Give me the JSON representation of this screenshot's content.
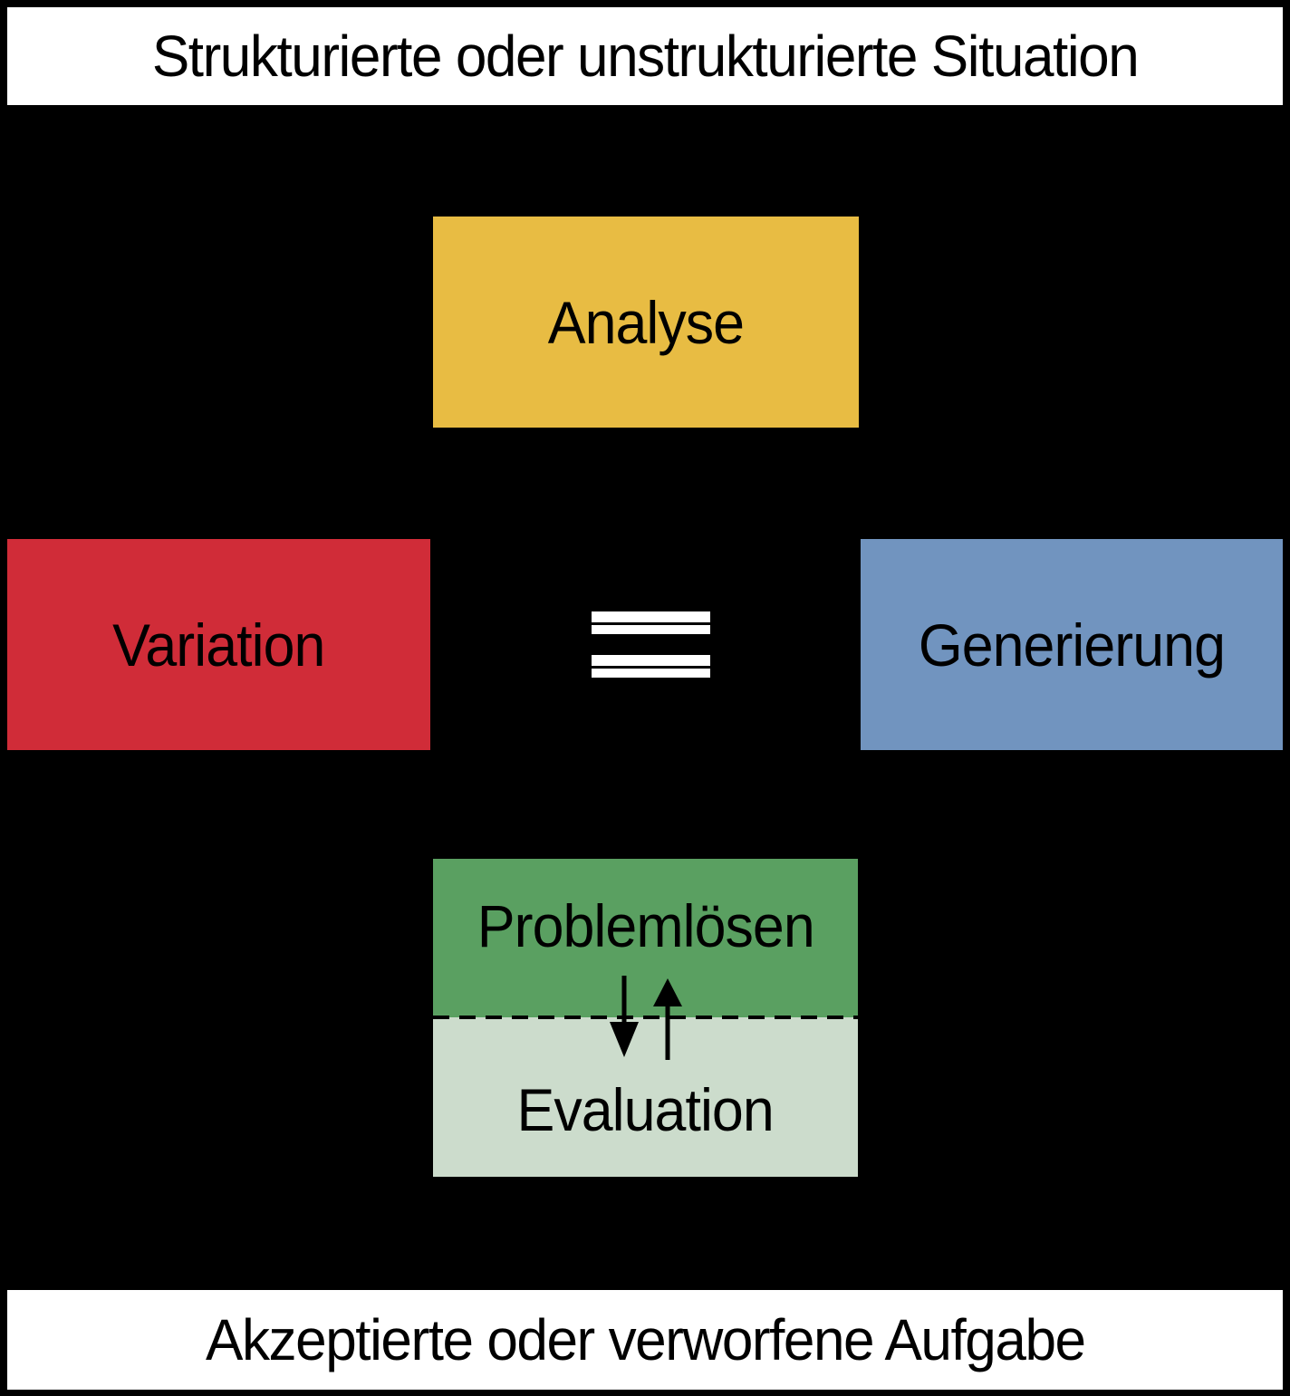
{
  "diagram": {
    "top_banner": "Strukturierte oder unstrukturierte Situation",
    "bottom_banner": "Akzeptierte oder verworfene Aufgabe",
    "boxes": {
      "analyse": {
        "label": "Analyse",
        "color": "#e8bc43"
      },
      "variation": {
        "label": "Variation",
        "color": "#d02c38"
      },
      "generierung": {
        "label": "Generierung",
        "color": "#7194bf"
      },
      "problemloesen": {
        "label": "Problemlösen",
        "color": "#5aa061"
      },
      "evaluation": {
        "label": "Evaluation",
        "color": "#ccdccc"
      }
    },
    "icons": {
      "equivalence": "double-bar-equivalence",
      "down_arrow": "↓",
      "up_arrow": "↑"
    },
    "colors": {
      "background": "#000000",
      "banner_bg": "#ffffff",
      "text": "#000000",
      "arrow": "#000000",
      "divider": "#000000"
    }
  }
}
